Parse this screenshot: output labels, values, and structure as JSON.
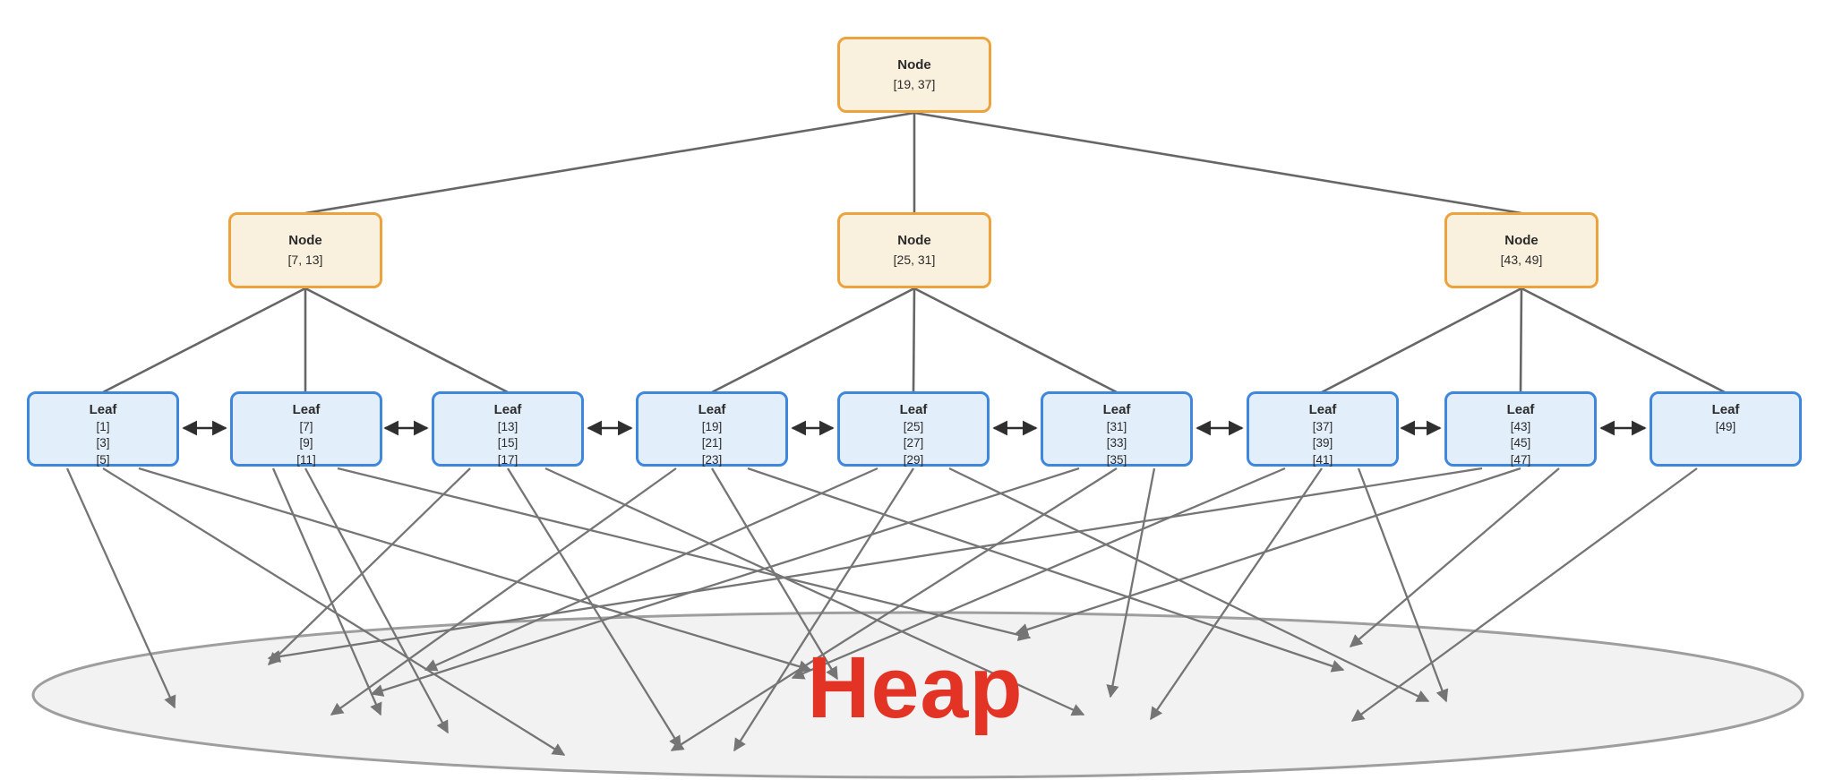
{
  "tree": {
    "root": {
      "title": "Node",
      "keys": "[19, 37]"
    },
    "internal": [
      {
        "title": "Node",
        "keys": "[7, 13]"
      },
      {
        "title": "Node",
        "keys": "[25, 31]"
      },
      {
        "title": "Node",
        "keys": "[43, 49]"
      }
    ],
    "leaves": [
      {
        "title": "Leaf",
        "values": [
          "[1]",
          "[3]",
          "[5]"
        ]
      },
      {
        "title": "Leaf",
        "values": [
          "[7]",
          "[9]",
          "[11]"
        ]
      },
      {
        "title": "Leaf",
        "values": [
          "[13]",
          "[15]",
          "[17]"
        ]
      },
      {
        "title": "Leaf",
        "values": [
          "[19]",
          "[21]",
          "[23]"
        ]
      },
      {
        "title": "Leaf",
        "values": [
          "[25]",
          "[27]",
          "[29]"
        ]
      },
      {
        "title": "Leaf",
        "values": [
          "[31]",
          "[33]",
          "[35]"
        ]
      },
      {
        "title": "Leaf",
        "values": [
          "[37]",
          "[39]",
          "[41]"
        ]
      },
      {
        "title": "Leaf",
        "values": [
          "[43]",
          "[45]",
          "[47]"
        ]
      },
      {
        "title": "Leaf",
        "values": [
          "[49]"
        ]
      }
    ]
  },
  "heap": {
    "label": "Heap",
    "label_color": "#e23325"
  },
  "colors": {
    "node_fill": "#faf0de",
    "node_border": "#eda33d",
    "leaf_fill": "#e2eefa",
    "leaf_border": "#3e87dc",
    "tree_edge": "#666666",
    "sibling_arrow": "#2f2f2f",
    "heap_arrow": "#757575",
    "ellipse_fill": "#f2f2f2",
    "ellipse_border": "#9e9e9e"
  }
}
